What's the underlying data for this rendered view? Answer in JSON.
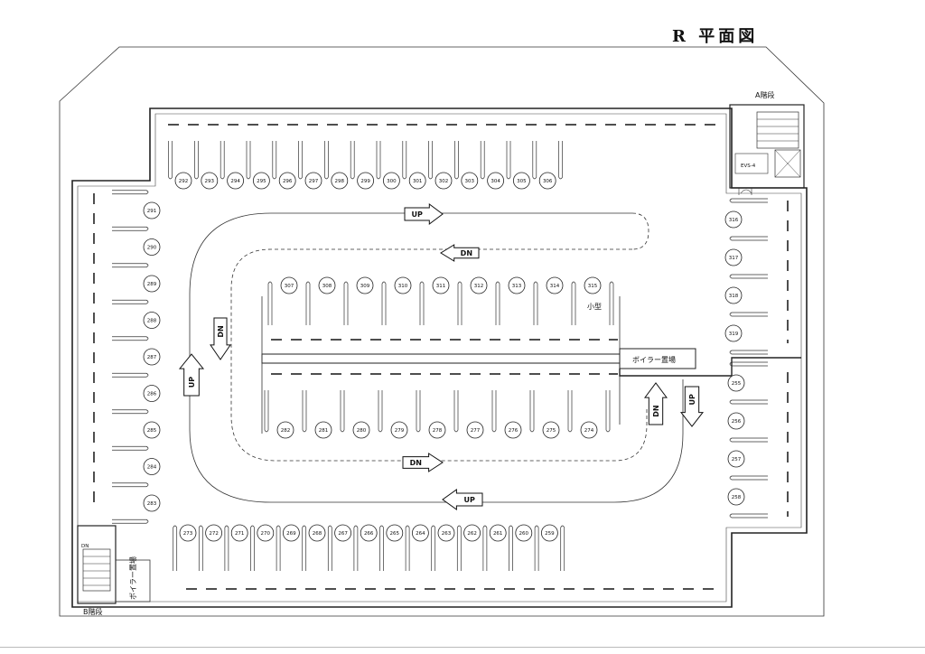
{
  "title": "R 平面図",
  "labels": {
    "stair_a": "A階段",
    "stair_b": "B階段",
    "evs": "EVS-4",
    "boiler_center": "ボイラー置場",
    "boiler_left": "ボイラー置場",
    "small_car": "小型",
    "dn_small": "DN"
  },
  "arrows": {
    "up": "UP",
    "dn": "DN"
  },
  "stalls": {
    "top_row": [
      "292",
      "293",
      "294",
      "295",
      "296",
      "297",
      "298",
      "299",
      "300",
      "301",
      "302",
      "303",
      "304",
      "305",
      "306"
    ],
    "left_col": [
      "291",
      "290",
      "289",
      "288",
      "287",
      "286",
      "285",
      "284",
      "283"
    ],
    "bottom_row": [
      "273",
      "272",
      "271",
      "270",
      "269",
      "268",
      "267",
      "266",
      "265",
      "264",
      "263",
      "262",
      "261",
      "260",
      "259"
    ],
    "right_upper": [
      "316",
      "317",
      "318",
      "319"
    ],
    "right_lower": [
      "255",
      "256",
      "257",
      "258"
    ],
    "center_top": [
      "307",
      "308",
      "309",
      "310",
      "311",
      "312",
      "313",
      "314",
      "315"
    ],
    "center_bottom": [
      "282",
      "281",
      "280",
      "279",
      "278",
      "277",
      "276",
      "275",
      "274"
    ]
  }
}
